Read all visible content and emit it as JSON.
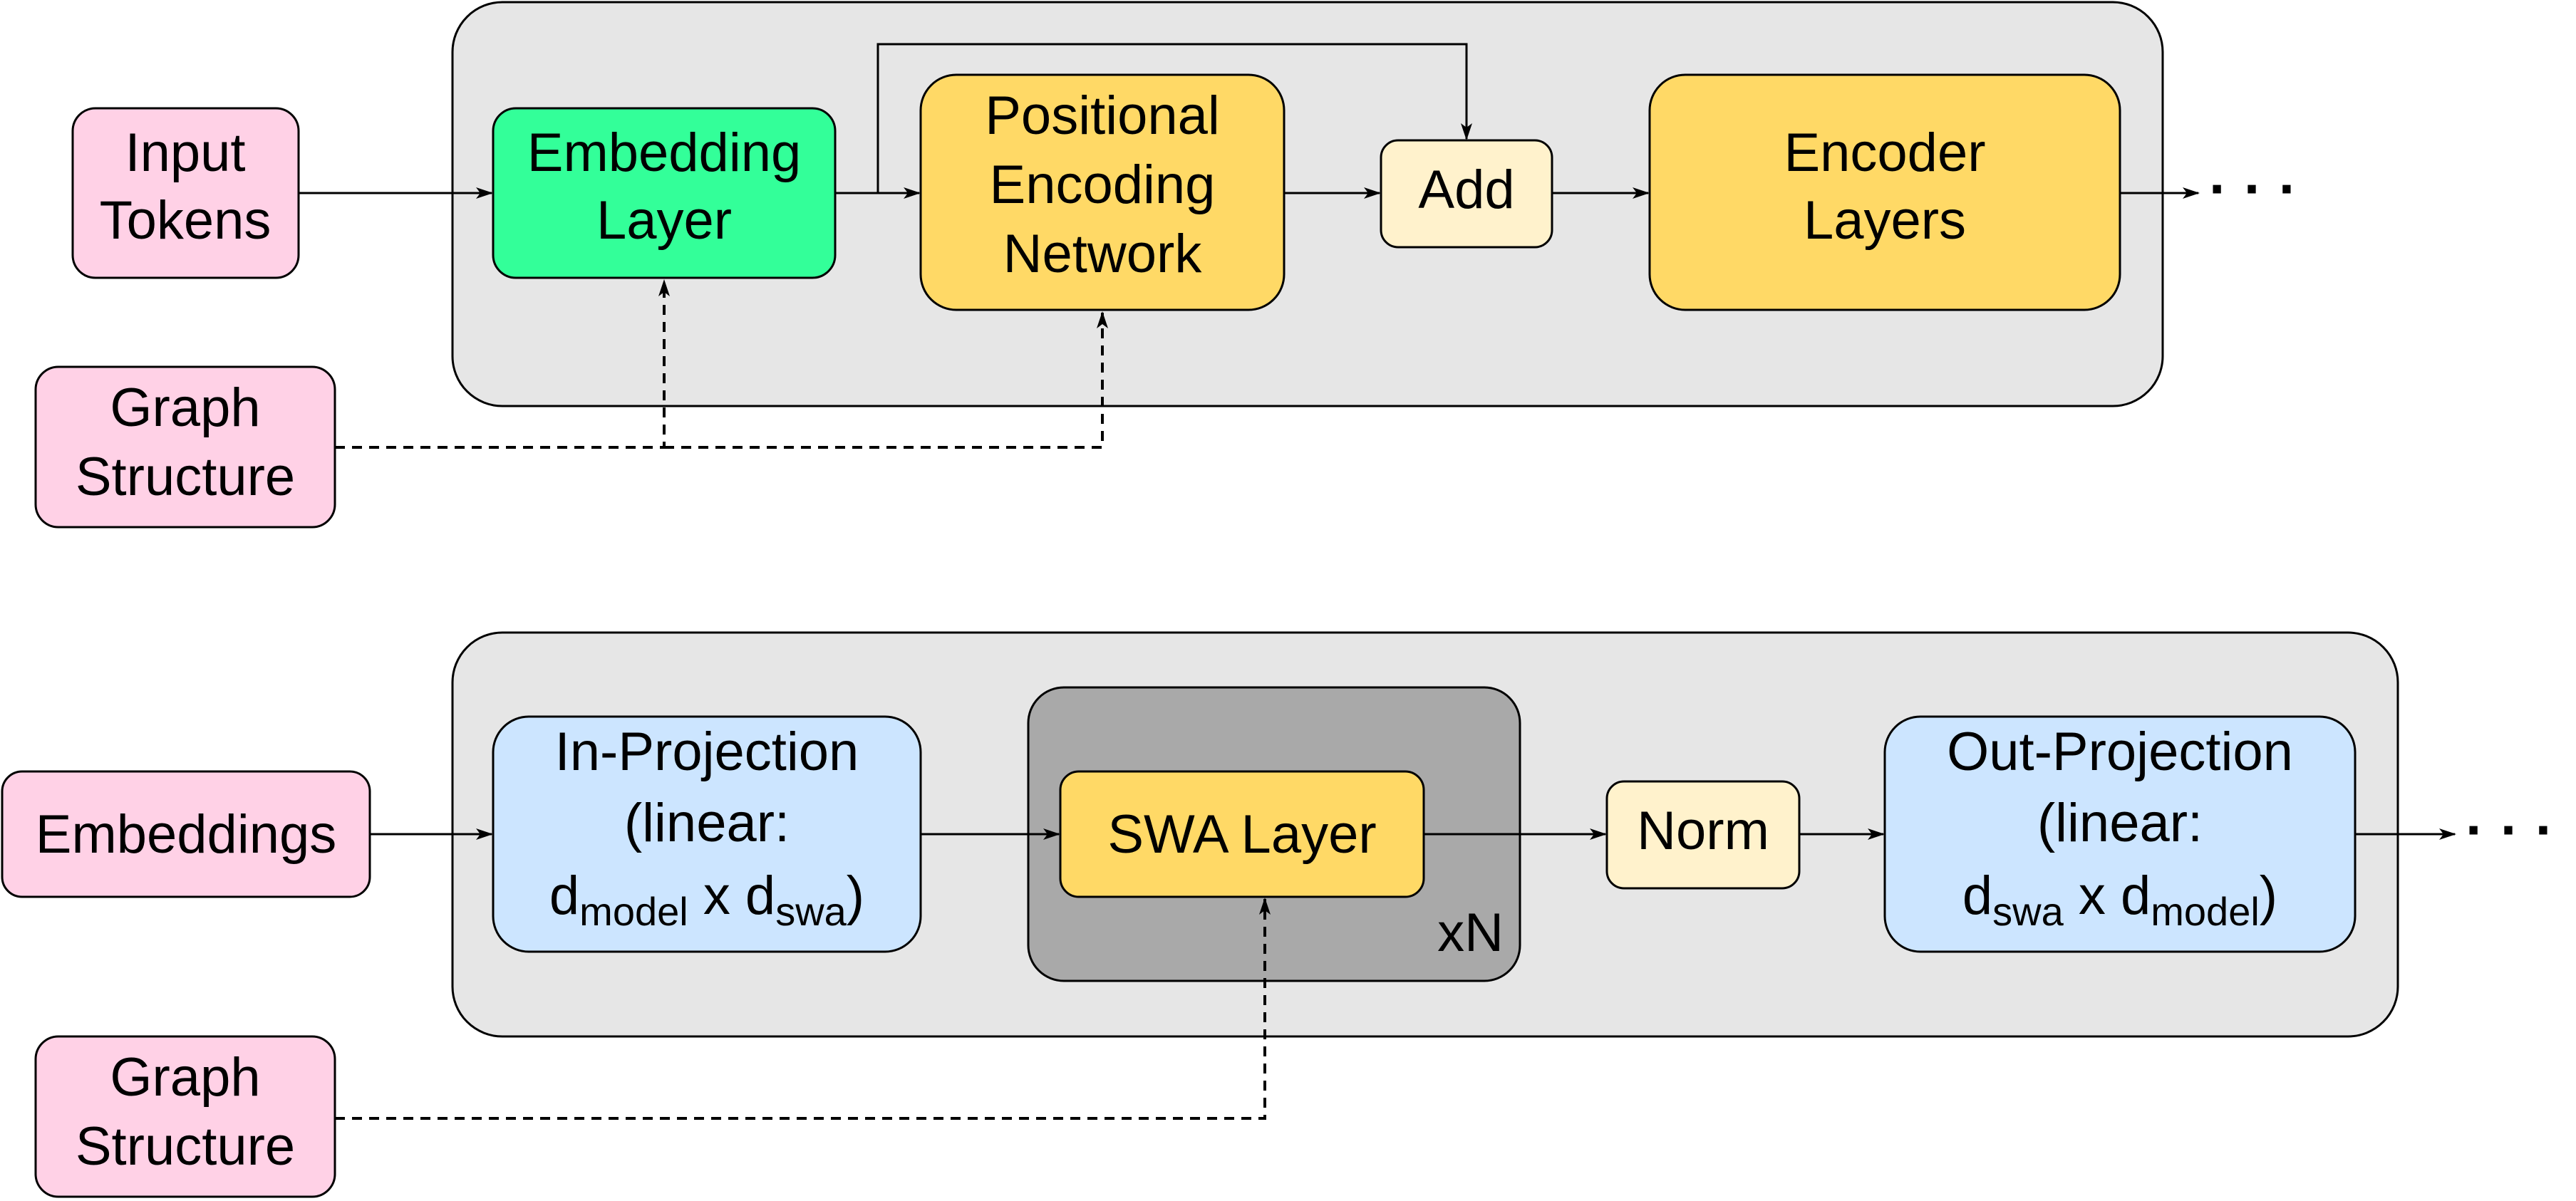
{
  "top": {
    "input_tokens": [
      "Input",
      "Tokens"
    ],
    "embedding_layer": [
      "Embedding",
      "Layer"
    ],
    "positional_encoding": [
      "Positional",
      "Encoding",
      "Network"
    ],
    "add": "Add",
    "encoder_layers": [
      "Encoder",
      "Layers"
    ],
    "ellipsis": "· · ·",
    "graph_structure": [
      "Graph",
      "Structure"
    ]
  },
  "bottom": {
    "embeddings": "Embeddings",
    "in_projection": {
      "line1": "In-Projection",
      "line2": "(linear:",
      "d1": "d",
      "sub1": "model",
      "mid": " x d",
      "sub2": "swa",
      "end": ")"
    },
    "swa_layer": "SWA Layer",
    "repeat": "xN",
    "norm": "Norm",
    "out_projection": {
      "line1": "Out-Projection",
      "line2": "(linear:",
      "d1": "d",
      "sub1": "swa",
      "mid": " x d",
      "sub2": "model",
      "end": ")"
    },
    "ellipsis": "· · ·",
    "graph_structure": [
      "Graph",
      "Structure"
    ]
  },
  "colors": {
    "input_pink": "#ffd1e6",
    "embedding_green": "#33ff99",
    "encoder_yellow": "#ffd966",
    "add_cream": "#fff2cc",
    "projection_blue": "#cce5ff",
    "panel_gray": "#e6e6e6",
    "block_dark_gray": "#a9a9a9"
  }
}
